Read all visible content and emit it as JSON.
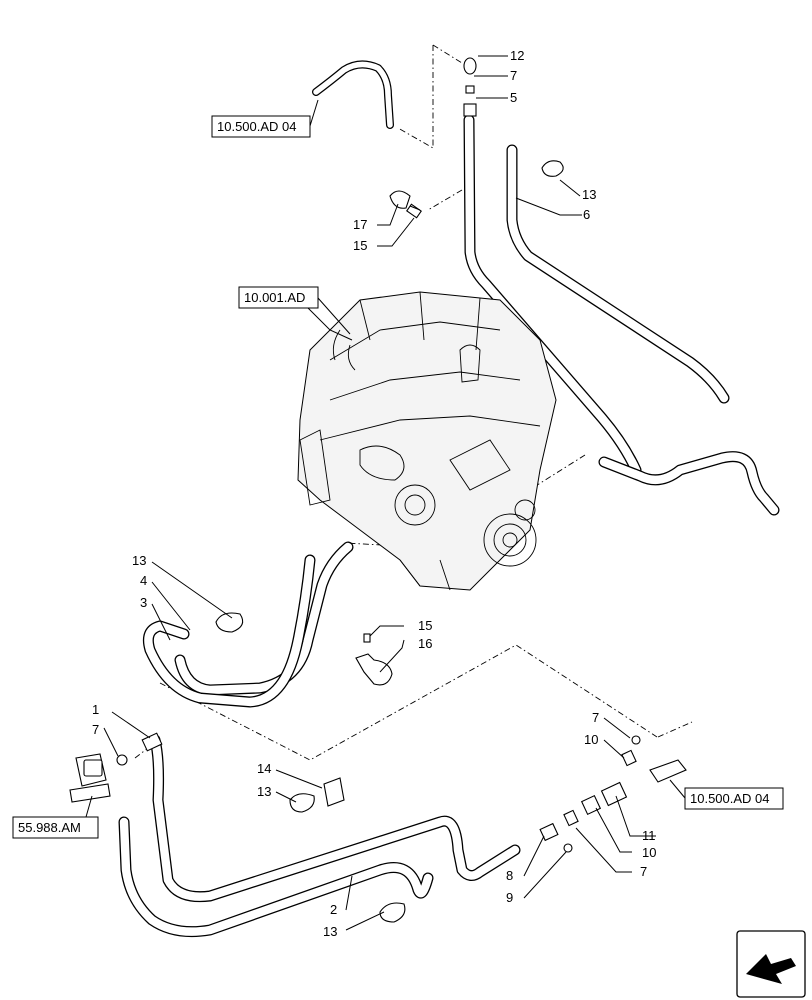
{
  "diagram": {
    "callouts": [
      "1",
      "2",
      "3",
      "4",
      "5",
      "6",
      "7",
      "8",
      "9",
      "10",
      "11",
      "12",
      "13",
      "14",
      "15",
      "16",
      "17"
    ],
    "labels": {
      "l12": "12",
      "l7a": "7",
      "l5": "5",
      "l13a": "13",
      "l6": "6",
      "l17": "17",
      "l15a": "15",
      "l13b": "13",
      "l4": "4",
      "l3": "3",
      "l15b": "15",
      "l16": "16",
      "l1": "1",
      "l7b": "7",
      "l14": "14",
      "l13c": "13",
      "l7c": "7",
      "l10a": "10",
      "l11": "11",
      "l10b": "10",
      "l8": "8",
      "l9": "9",
      "l7d": "7",
      "l2": "2",
      "l13d": "13"
    },
    "references": {
      "ref_top_left": "10.500.AD 04",
      "ref_engine": "10.001.AD",
      "ref_valve": "55.988.AM",
      "ref_right": "10.500.AD 04"
    },
    "icons": {
      "orientation": "arrow-orientation-icon"
    }
  }
}
